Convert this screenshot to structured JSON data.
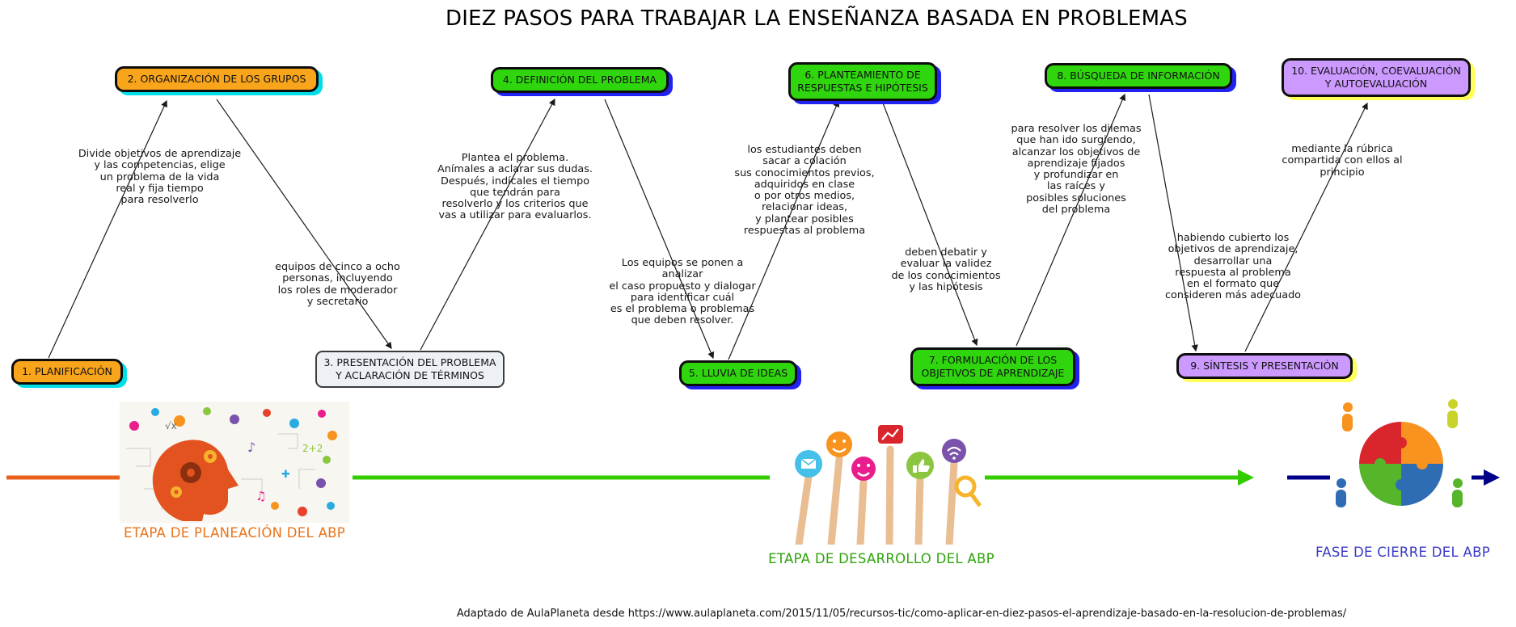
{
  "title": "DIEZ PASOS PARA TRABAJAR LA ENSEÑANZA BASADA EN PROBLEMAS",
  "steps": [
    {
      "label": "1. PLANIFICACIÓN",
      "theme": "orange"
    },
    {
      "label": "2. ORGANIZACIÓN DE LOS GRUPOS",
      "theme": "orange"
    },
    {
      "label": "3. PRESENTACIÓN DEL PROBLEMA\nY ACLARACIÓN DE TÉRMINOS",
      "theme": "neutral"
    },
    {
      "label": "4. DEFINICIÓN DEL PROBLEMA",
      "theme": "green"
    },
    {
      "label": "5. LLUVIA DE IDEAS",
      "theme": "green"
    },
    {
      "label": "6. PLANTEAMIENTO DE\nRESPUESTAS E HIPÓTESIS",
      "theme": "green"
    },
    {
      "label": "7. FORMULACIÓN DE LOS\nOBJETIVOS DE APRENDIZAJE",
      "theme": "green"
    },
    {
      "label": "8. BÚSQUEDA DE INFORMACIÓN",
      "theme": "green"
    },
    {
      "label": "9. SÍNTESIS Y PRESENTACIÓN",
      "theme": "purple"
    },
    {
      "label": "10. EVALUACIÓN, COEVALUACIÓN\nY AUTOEVALUACIÓN",
      "theme": "purple"
    }
  ],
  "connectors": [
    {
      "from": 1,
      "to": 2,
      "note": "Divide objetivos de aprendizaje\ny las competencias, elige\nun problema de la vida\nreal y fija tiempo\npara resolverlo"
    },
    {
      "from": 2,
      "to": 3,
      "note": "equipos de cinco a ocho\npersonas, incluyendo\nlos roles de moderador\ny secretario"
    },
    {
      "from": 3,
      "to": 4,
      "note": "Plantea el problema.\nAnímales a aclarar sus dudas.\nDespués, indícales el tiempo\nque tendrán para\nresolverlo y los criterios que\nvas a utilizar para evaluarlos."
    },
    {
      "from": 4,
      "to": 5,
      "note": "Los equipos se ponen a analizar\nel caso propuesto y dialogar\npara identificar cuál\nes el problema o problemas\nque deben resolver."
    },
    {
      "from": 5,
      "to": 6,
      "note": "los estudiantes deben\nsacar a colación\nsus conocimientos previos,\nadquiridos en clase\no por otros medios,\nrelacionar ideas,\ny plantear posibles\nrespuestas al problema"
    },
    {
      "from": 6,
      "to": 7,
      "note": "deben debatir y\nevaluar la validez\nde los conocimientos\ny las hipótesis"
    },
    {
      "from": 7,
      "to": 8,
      "note": "para resolver los dilemas\nque han ido surgiendo,\nalcanzar los objetivos de\naprendizaje fijados\ny profundizar en\nlas raíces y\nposibles soluciones\ndel problema"
    },
    {
      "from": 8,
      "to": 9,
      "note": "habiendo cubierto los\nobjetivos de aprendizaje,\ndesarrollar una\nrespuesta al problema\nen el formato que\nconsideren más adecuado"
    },
    {
      "from": 9,
      "to": 10,
      "note": "mediante la rúbrica\ncompartida con ellos al principio"
    }
  ],
  "phases": [
    {
      "label": "ETAPA DE PLANEACIÓN DEL ABP",
      "color": "#E8731A"
    },
    {
      "label": "ETAPA DE DESARROLLO DEL ABP",
      "color": "#2FA30A"
    },
    {
      "label": "FASE DE CIERRE DEL ABP",
      "color": "#3B3BC8"
    }
  ],
  "theme_colors": {
    "orange_fill": "#F9A51C",
    "orange_shadow": "#00DFE8",
    "green_fill": "#2FD60D",
    "green_shadow": "#2222F0",
    "purple_fill": "#CC99FF",
    "purple_shadow": "#FFFF55",
    "neutral_fill": "#EDF1F5",
    "connector_line": "#1A1A1A",
    "timeline_planning": "#E8611B",
    "timeline_development": "#33CC00",
    "timeline_closing": "#00008B"
  },
  "footer": "Adaptado de AulaPlaneta desde https://www.aulaplaneta.com/2015/11/05/recursos-tic/como-aplicar-en-diez-pasos-el-aprendizaje-basado-en-la-resolucion-de-problemas/"
}
